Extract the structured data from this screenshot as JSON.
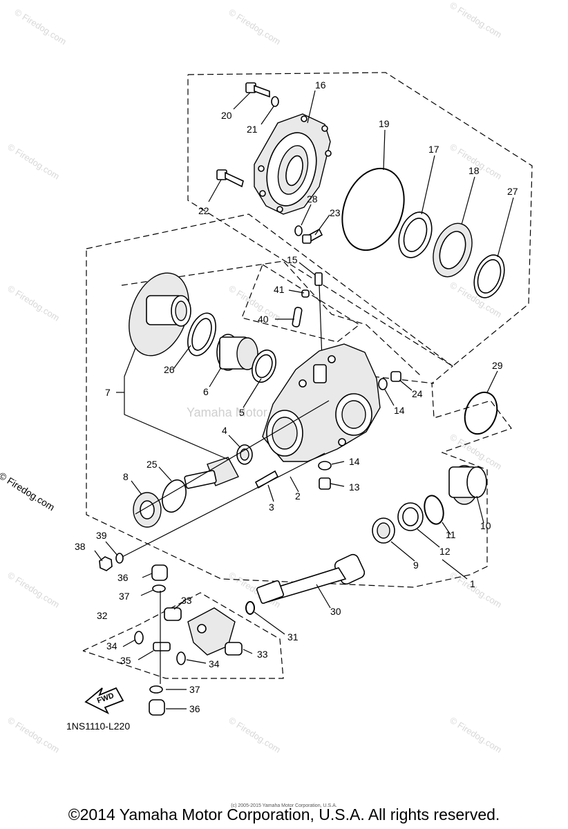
{
  "diagram_code": "1NS1110-L220",
  "fwd_label": "FWD",
  "watermark_text": "© Firedog.com",
  "side_watermark": "© Firedog.com",
  "center_watermark": "Yamaha Motor Corp., U.S.A.",
  "tiny_note": "(c) 2005-2015 Yamaha Motor Corporation, U.S.A.",
  "copyright": "©2014 Yamaha Motor Corporation, U.S.A. All rights reserved.",
  "labels": {
    "l1": "1",
    "l2": "2",
    "l3": "3",
    "l4": "4",
    "l5": "5",
    "l6": "6",
    "l7": "7",
    "l8": "8",
    "l9": "9",
    "l10": "10",
    "l11": "11",
    "l12": "12",
    "l13": "13",
    "l14a": "14",
    "l14b": "14",
    "l15": "15",
    "l16": "16",
    "l17": "17",
    "l18": "18",
    "l19": "19",
    "l20": "20",
    "l21": "21",
    "l22": "22",
    "l23": "23",
    "l24": "24",
    "l25": "25",
    "l26": "26",
    "l27": "27",
    "l28": "28",
    "l29": "29",
    "l30": "30",
    "l31": "31",
    "l32": "32",
    "l33a": "33",
    "l33b": "33",
    "l34a": "34",
    "l34b": "34",
    "l35": "35",
    "l36a": "36",
    "l36b": "36",
    "l37a": "37",
    "l37b": "37",
    "l38": "38",
    "l39": "39",
    "l40": "40",
    "l41": "41"
  }
}
